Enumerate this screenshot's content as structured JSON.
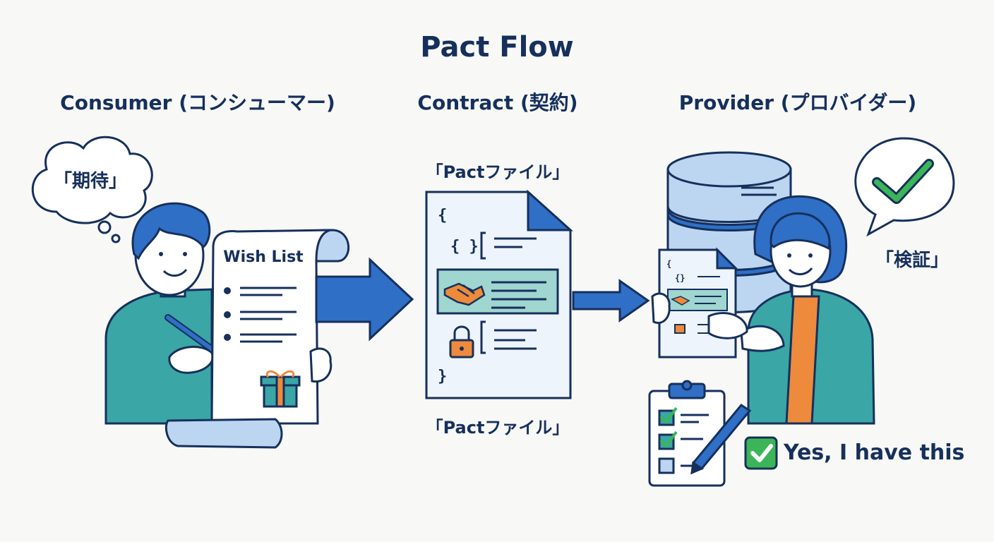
{
  "title": "Pact Flow",
  "columns": {
    "consumer": "Consumer (コンシューマー)",
    "contract": "Contract (契約)",
    "provider": "Provider (プロバイダー)"
  },
  "consumer": {
    "thought": "「期待」",
    "wish_list_title": "Wish List"
  },
  "contract": {
    "label_top": "「Pactファイル」",
    "label_bottom": "「Pactファイル」"
  },
  "provider": {
    "speech": "「検証」",
    "confirmation": "Yes, I have this"
  },
  "colors": {
    "navy": "#16305c",
    "blue": "#2f6fc6",
    "light_blue": "#bcd6f2",
    "teal": "#3aa6a6",
    "orange": "#ee8a3c",
    "green": "#3bb558"
  },
  "icons": [
    "thought-bubble-icon",
    "scroll-icon",
    "pen-icon",
    "gift-icon",
    "arrow-right-icon",
    "document-icon",
    "handshake-icon",
    "lock-icon",
    "database-icon",
    "speech-bubble-icon",
    "checkmark-icon",
    "clipboard-icon",
    "checkbox-icon"
  ]
}
